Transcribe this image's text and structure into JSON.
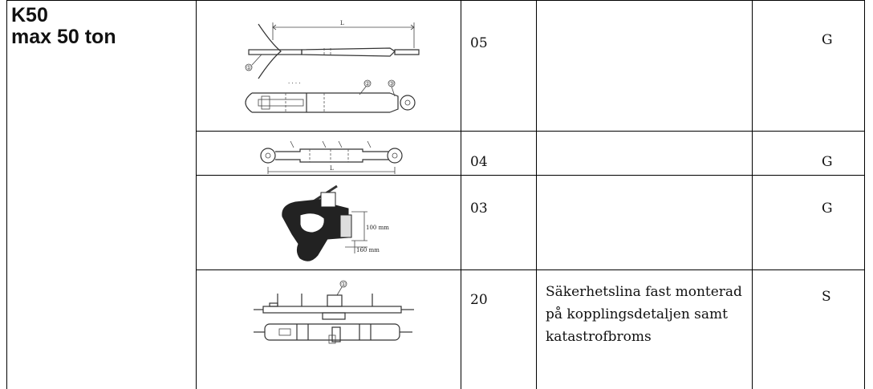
{
  "category": {
    "code_label": "K50",
    "capacity_label": "max 50 ton"
  },
  "rows": [
    {
      "image_icon": "drawbar-with-eye-diagram",
      "callouts": [
        "①",
        "②",
        "③"
      ],
      "dimension_label": "L",
      "code": "05",
      "description": "",
      "grade": "G"
    },
    {
      "image_icon": "double-eye-drawbar-diagram",
      "dimension_label": "L",
      "code": "04",
      "description": "",
      "grade": "G"
    },
    {
      "image_icon": "coupling-hook-diagram",
      "dimension_labels": [
        "100 mm",
        "160 mm"
      ],
      "code": "03",
      "description": "",
      "grade": "G"
    },
    {
      "image_icon": "coupling-beam-diagram",
      "callouts": [
        "①"
      ],
      "code": "20",
      "description": "Säkerhetslina fast monterad på kopplingsdetaljen samt katastrofbroms",
      "grade": "S"
    }
  ]
}
